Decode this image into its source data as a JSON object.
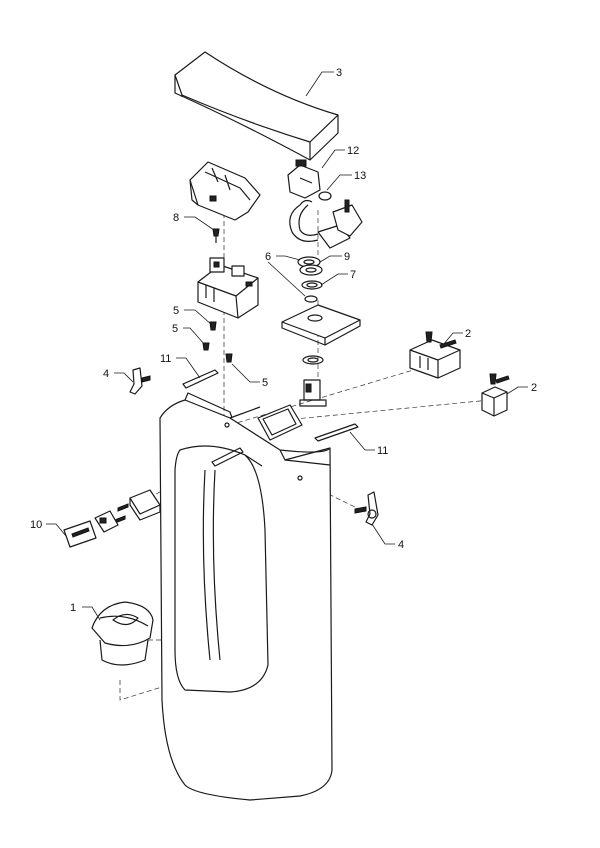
{
  "callouts": [
    {
      "id": "p1",
      "label": "1"
    },
    {
      "id": "p2a",
      "label": "2"
    },
    {
      "id": "p2b",
      "label": "2"
    },
    {
      "id": "p3",
      "label": "3"
    },
    {
      "id": "p4a",
      "label": "4"
    },
    {
      "id": "p4b",
      "label": "4"
    },
    {
      "id": "p5a",
      "label": "5"
    },
    {
      "id": "p5b",
      "label": "5"
    },
    {
      "id": "p5c",
      "label": "5"
    },
    {
      "id": "p6",
      "label": "6"
    },
    {
      "id": "p7",
      "label": "7"
    },
    {
      "id": "p8",
      "label": "8"
    },
    {
      "id": "p9",
      "label": "9"
    },
    {
      "id": "p10",
      "label": "10"
    },
    {
      "id": "p11a",
      "label": "11"
    },
    {
      "id": "p11b",
      "label": "11"
    },
    {
      "id": "p12",
      "label": "12"
    },
    {
      "id": "p13",
      "label": "13"
    }
  ],
  "colors": {
    "line": "#1a1a1a",
    "background": "#ffffff"
  }
}
